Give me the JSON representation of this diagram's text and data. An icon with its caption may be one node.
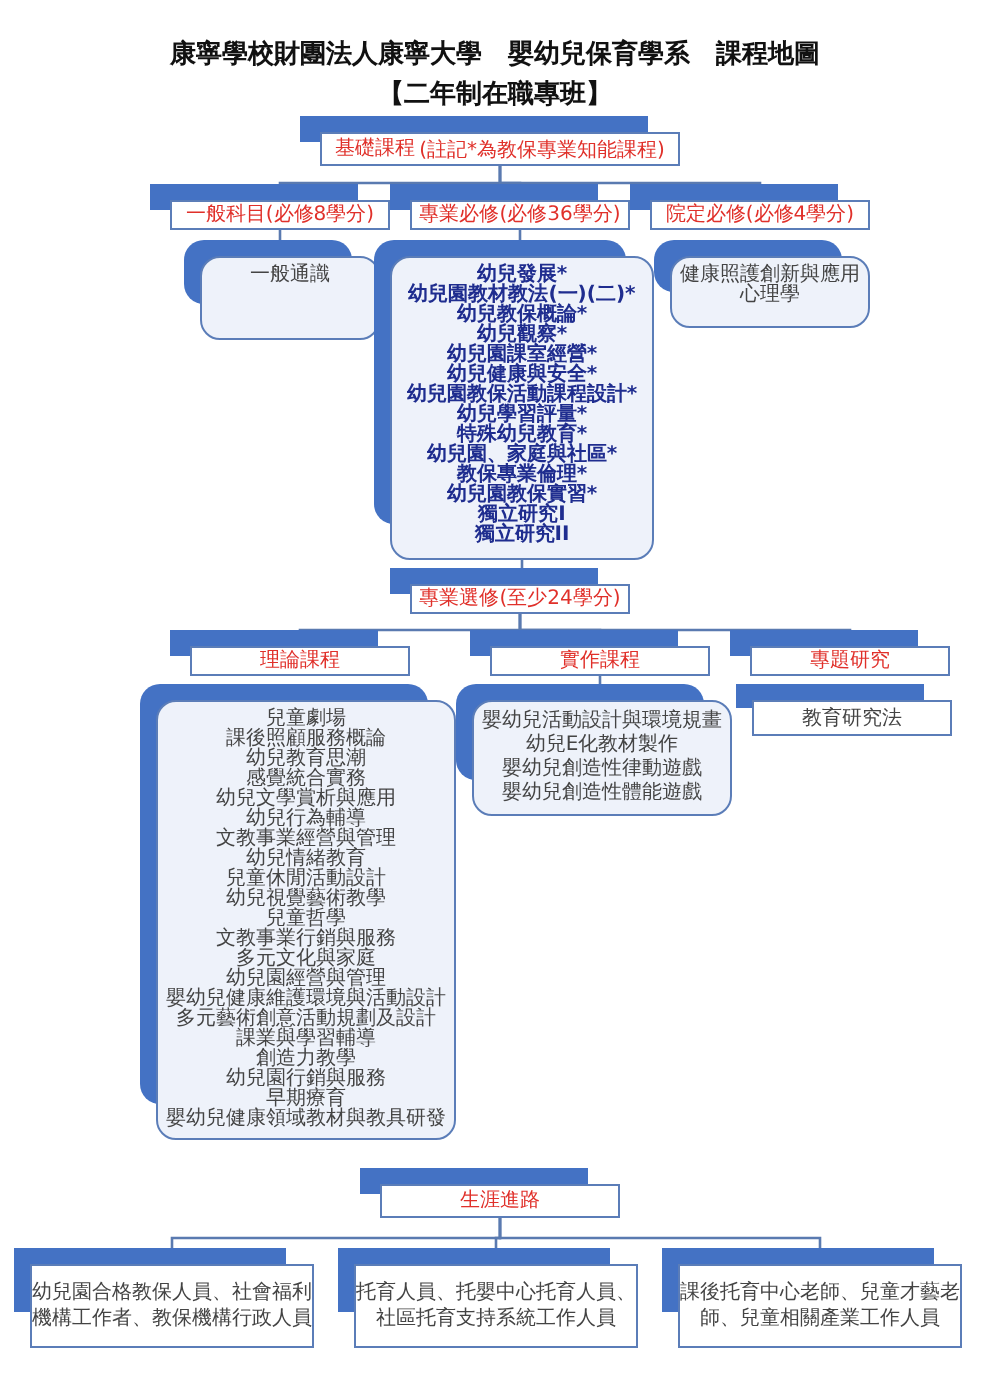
{
  "diagram": {
    "title": "康寧學校財團法人康寧大學　嬰幼兒保育學系　課程地圖",
    "nodes": [
      {
        "text": [
          "基礎課程",
          "(註記*為教保專業知能課程)"
        ]
      },
      {
        "text": [
          "一般科目(必修8學分)"
        ]
      },
      {
        "text": [
          "專業必修(必修36學分)"
        ]
      },
      {
        "text": [
          "院定必修(必修4學分)"
        ]
      },
      {
        "text": [
          "一般通識"
        ]
      },
      {
        "text": [
          "幼兒發展*",
          "幼兒園教材教法(一)(二)*",
          "幼兒教保概論*",
          "幼兒觀察*",
          "幼兒園課室經營*",
          "幼兒健康與安全*",
          "幼兒園教保活動課程設計*",
          "幼兒學習評量*",
          "特殊幼兒教育*",
          "幼兒園、家庭與社區*",
          "教保專業倫理*",
          "幼兒園教保實習*",
          "獨立研究I",
          "獨立研究II"
        ]
      },
      {
        "text": [
          "健康照護創新與應用",
          "心理學"
        ]
      },
      {
        "text": [
          "專業選修(至少24學分)"
        ]
      },
      {
        "text": [
          "理論課程"
        ]
      },
      {
        "text": [
          "實作課程"
        ]
      },
      {
        "text": [
          "專題研究"
        ]
      },
      {
        "text": [
          "兒童劇場",
          "課後照顧服務概論",
          "幼兒教育思潮",
          "感覺統合實務",
          "幼兒文學賞析與應用",
          "幼兒行為輔導",
          "文教事業經營與管理",
          "幼兒情緒教育",
          "兒童休閒活動設計",
          "幼兒視覺藝術教學",
          "兒童哲學",
          "文教事業行銷與服務",
          "多元文化與家庭",
          "幼兒園經營與管理",
          "嬰幼兒健康維護環境與活動設計",
          "多元藝術創意活動規劃及設計",
          "課業與學習輔導",
          "創造力教學",
          "幼兒園行銷與服務",
          "早期療育",
          "嬰幼兒健康領域教材與教具研發"
        ]
      },
      {
        "text": [
          "嬰幼兒活動設計與環境規畫",
          "幼兒E化教材製作",
          "嬰幼兒創造性律動遊戲",
          "嬰幼兒創造性體能遊戲"
        ]
      },
      {
        "text": [
          "教育研究法"
        ]
      },
      {
        "text": [
          "生涯進路"
        ]
      },
      {
        "text": [
          "幼兒園合格教保人員、社會福利機構工作者、教保機構行政人員"
        ]
      },
      {
        "text": [
          "托育人員、托嬰中心托育人員、社區托育支持系統工作人員"
        ]
      },
      {
        "text": [
          "課後托育中心老師、兒童才藝老師、兒童相關產業工作人員"
        ]
      }
    ],
    "edges": [
      {
        "from": 0,
        "to": 1,
        "arrow": "none"
      },
      {
        "from": 0,
        "to": 2,
        "arrow": "none"
      },
      {
        "from": 0,
        "to": 3,
        "arrow": "none"
      },
      {
        "from": 1,
        "to": 4,
        "arrow": "none"
      },
      {
        "from": 2,
        "to": 5,
        "arrow": "none"
      },
      {
        "from": 5,
        "to": 7,
        "arrow": "none"
      },
      {
        "from": 7,
        "to": 8,
        "arrow": "none"
      },
      {
        "from": 7,
        "to": 9,
        "arrow": "none"
      },
      {
        "from": 7,
        "to": 10,
        "arrow": "none"
      },
      {
        "from": 9,
        "to": 12,
        "arrow": "none"
      },
      {
        "from": 14,
        "to": 15,
        "arrow": "none"
      },
      {
        "from": 14,
        "to": 16,
        "arrow": "none"
      },
      {
        "from": 14,
        "to": 17,
        "arrow": "none"
      }
    ],
    "labels": [
      "【二年制在職專班】"
    ]
  }
}
